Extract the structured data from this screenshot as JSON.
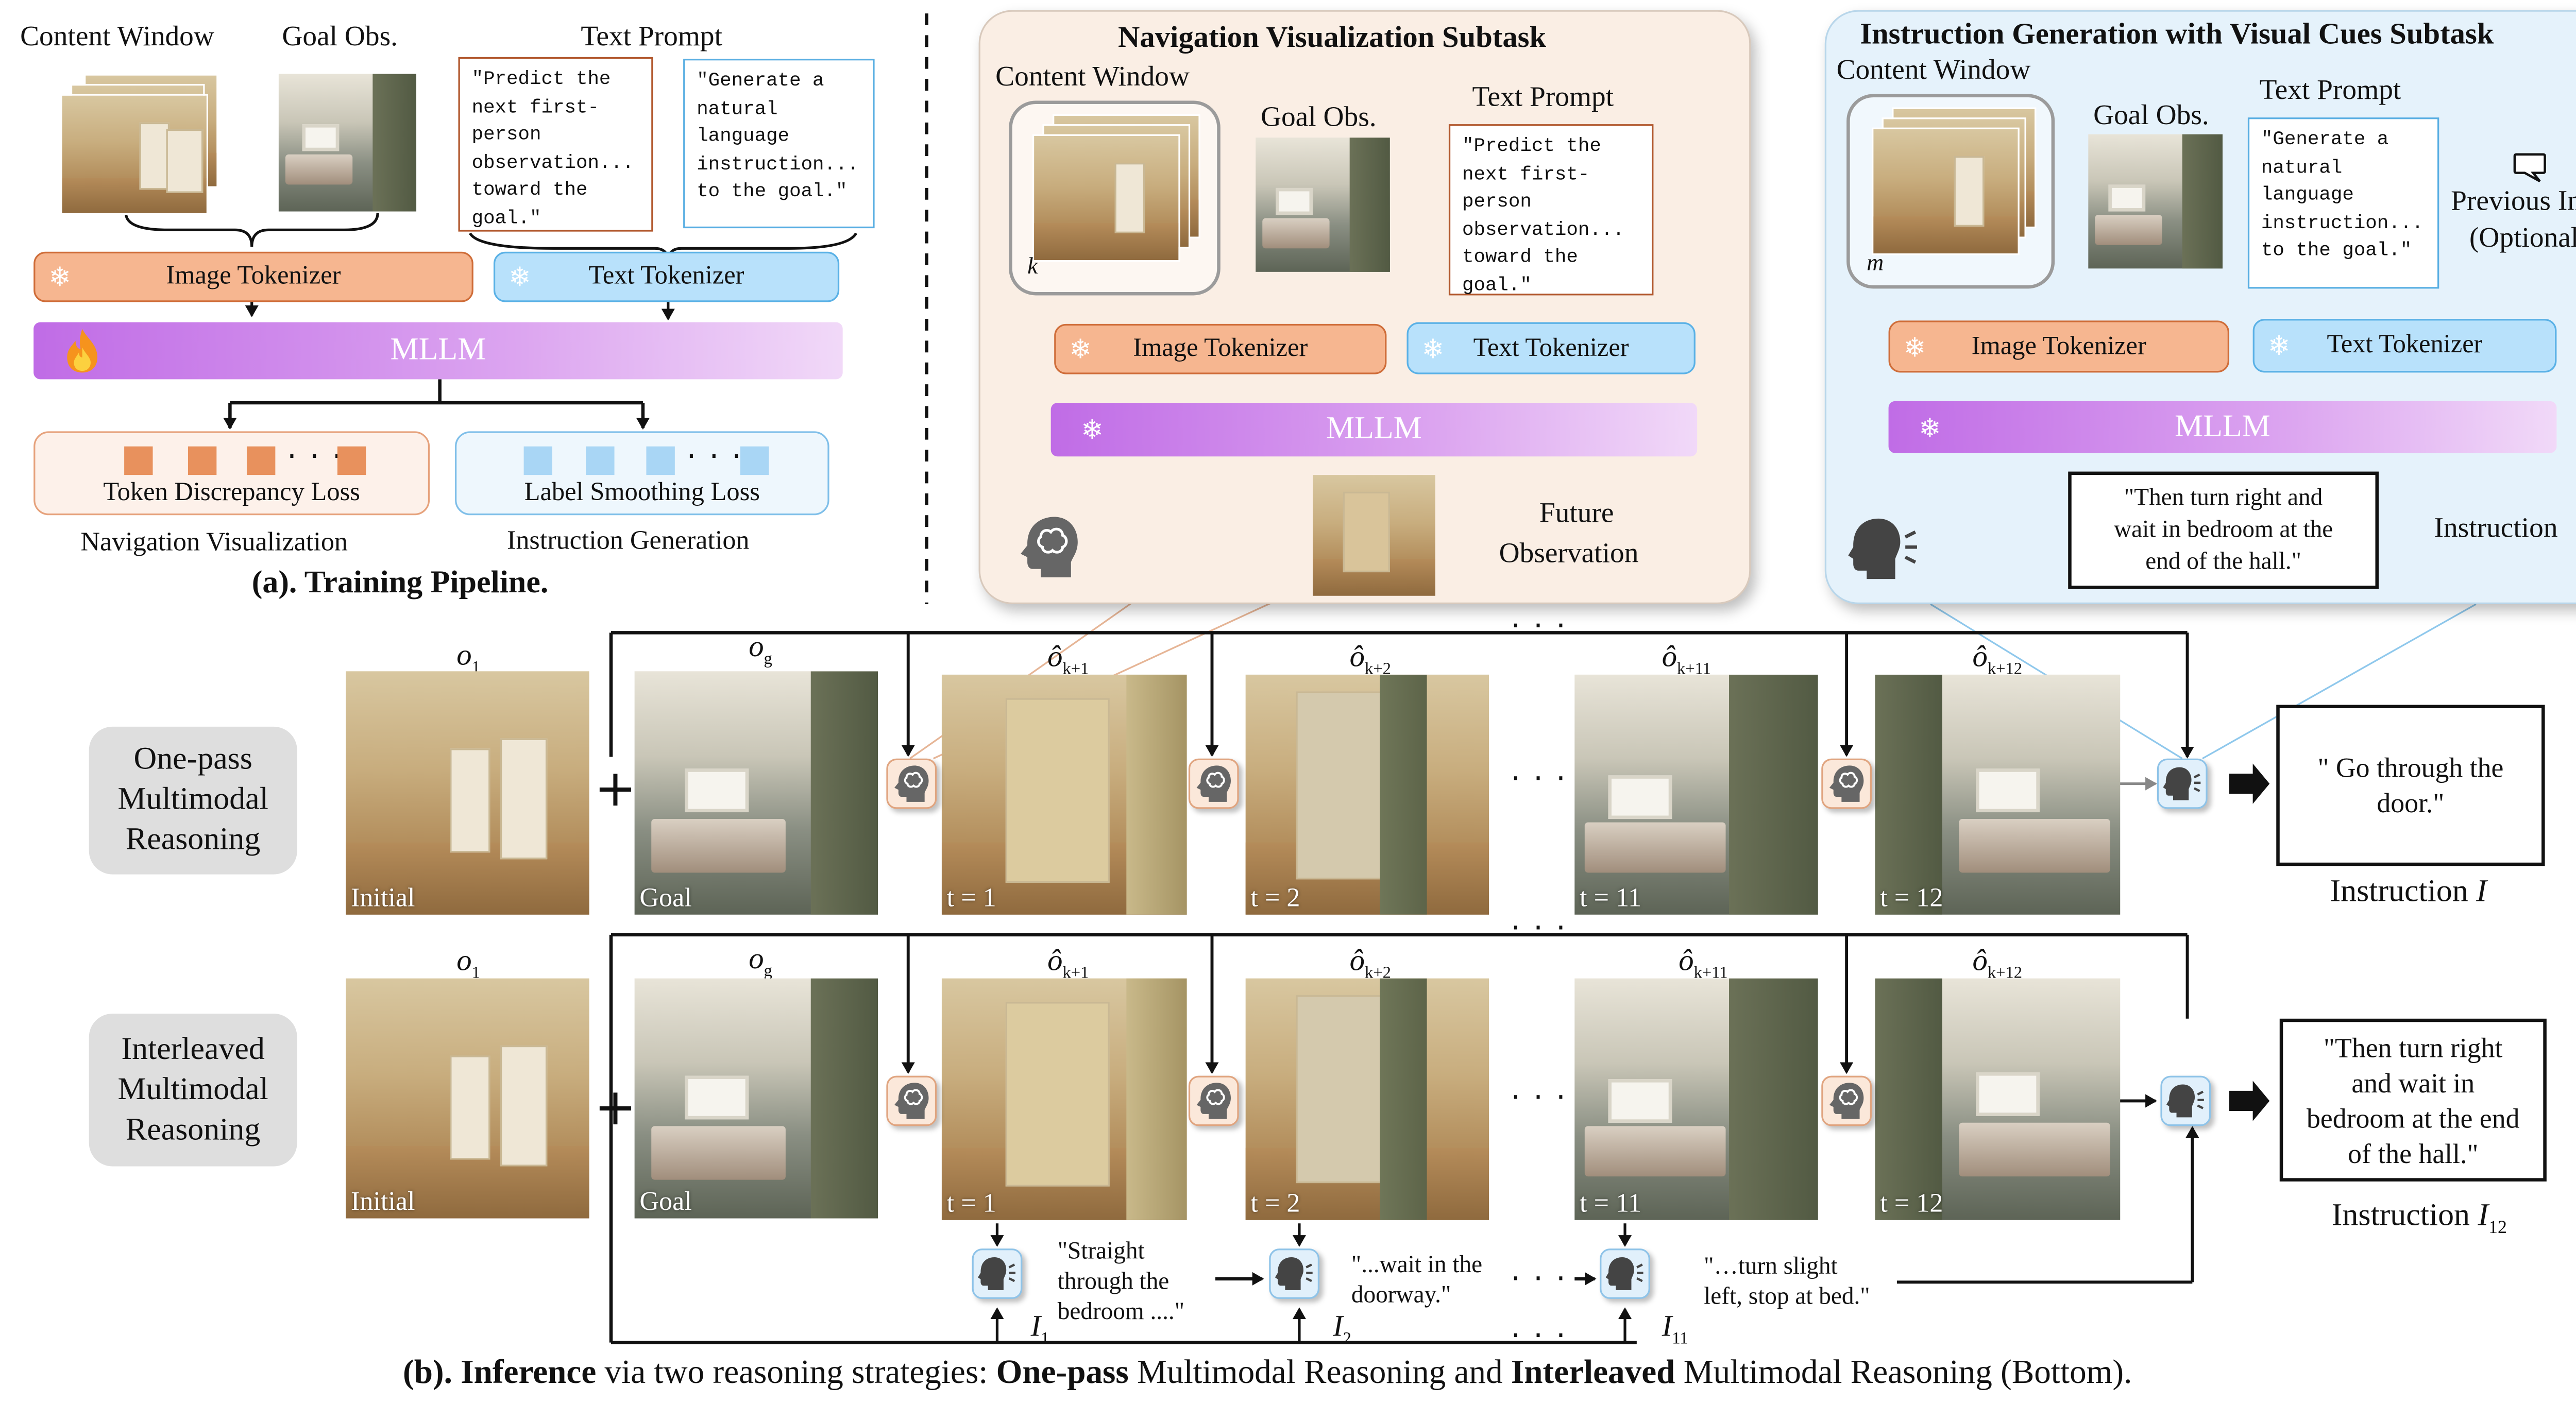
{
  "training": {
    "content_window_label": "Content Window",
    "goal_obs_label": "Goal Obs.",
    "text_prompt_label": "Text Prompt",
    "prompt_nav": "\"Predict the\nnext first-\nperson\nobservation...\ntoward the\ngoal.\"",
    "prompt_ins": "\"Generate a\nnatural\nlanguage\ninstruction...\nto the goal.\"",
    "image_tokenizer": "Image Tokenizer",
    "text_tokenizer": "Text Tokenizer",
    "mllm": "MLLM",
    "loss_nav": "Token Discrepancy Loss",
    "loss_ins": "Label Smoothing Loss",
    "task_nav": "Navigation Visualization",
    "task_ins": "Instruction Generation",
    "caption": "(a). Training Pipeline."
  },
  "nav_panel": {
    "title": "Navigation Visualization Subtask",
    "content_window_label": "Content Window",
    "goal_obs_label": "Goal Obs.",
    "text_prompt_label": "Text Prompt",
    "prompt": "\"Predict the\nnext first-\nperson\nobservation...\ntoward the\ngoal.\"",
    "window_size": "k",
    "image_tokenizer": "Image Tokenizer",
    "text_tokenizer": "Text Tokenizer",
    "mllm": "MLLM",
    "output_label_1": "Future",
    "output_label_2": "Observation"
  },
  "ins_panel": {
    "title": "Instruction Generation with Visual Cues Subtask",
    "content_window_label": "Content Window",
    "goal_obs_label": "Goal Obs.",
    "text_prompt_label": "Text Prompt",
    "prompt": "\"Generate a\nnatural\nlanguage\ninstruction...\nto the goal.\"",
    "window_size": "m",
    "prev_ins_1": "Previous Ins.",
    "prev_ins_2": "(Optional)",
    "image_tokenizer": "Image Tokenizer",
    "text_tokenizer": "Text Tokenizer",
    "mllm": "MLLM",
    "output_text": "\"Then turn right and\nwait in bedroom at the\nend of the hall.\"",
    "output_label": "Instruction"
  },
  "inference": {
    "row1_label": "One-pass\nMultimodal\nReasoning",
    "row2_label": "Interleaved\nMultimodal\nReasoning",
    "initial_caption": "Initial",
    "goal_caption": "Goal",
    "obs_init": "o",
    "obs_init_sub": "1",
    "obs_goal": "o",
    "obs_goal_sub": "g",
    "pred_obs": "ô",
    "pred_subs": [
      "k+1",
      "k+2",
      "k+11",
      "k+12"
    ],
    "step_captions": [
      "t = 1",
      "t = 2",
      "t = 11",
      "t = 12"
    ],
    "row1_output": "\" Go through the\ndoor.\"",
    "row1_output_label": "Instruction",
    "row1_output_symbol": "I",
    "row2_output": "\"Then turn right\nand wait in\nbedroom at the end\nof the hall.\"",
    "row2_output_label": "Instruction",
    "row2_output_symbol": "I",
    "row2_output_sub": "12",
    "interim": [
      {
        "text": "\"Straight\nthrough the\nbedroom ....\"",
        "sym": "I",
        "sub": "1"
      },
      {
        "text": "\"...wait in the\ndoorway.\"",
        "sym": "I",
        "sub": "2"
      },
      {
        "text": "\"…turn slight\nleft, stop at bed.\"",
        "sym": "I",
        "sub": "11"
      }
    ],
    "plus": "+",
    "ellipsis": "· · ·",
    "caption_prefix": "(b). ",
    "caption_b1": "Inference",
    "caption_t1": " via two reasoning strategies: ",
    "caption_b2": "One-pass",
    "caption_t2": " Multimodal Reasoning and ",
    "caption_b3": "Interleaved",
    "caption_t3": " Multimodal Reasoning (Bottom)."
  },
  "colors": {
    "image_tokenizer_fill": "#f6b690",
    "text_tokenizer_fill": "#b8e1fb",
    "mllm_gradient_start": "#c06ce6",
    "nav_panel_bg": "#faeee4",
    "ins_panel_bg": "#e5f2fb",
    "prompt_nav_border": "#b1572c",
    "prompt_ins_border": "#58aee2"
  },
  "icons": [
    "snowflake-icon",
    "flame-icon",
    "brain-head-icon",
    "speaking-head-icon",
    "speech-bubble-icon"
  ]
}
